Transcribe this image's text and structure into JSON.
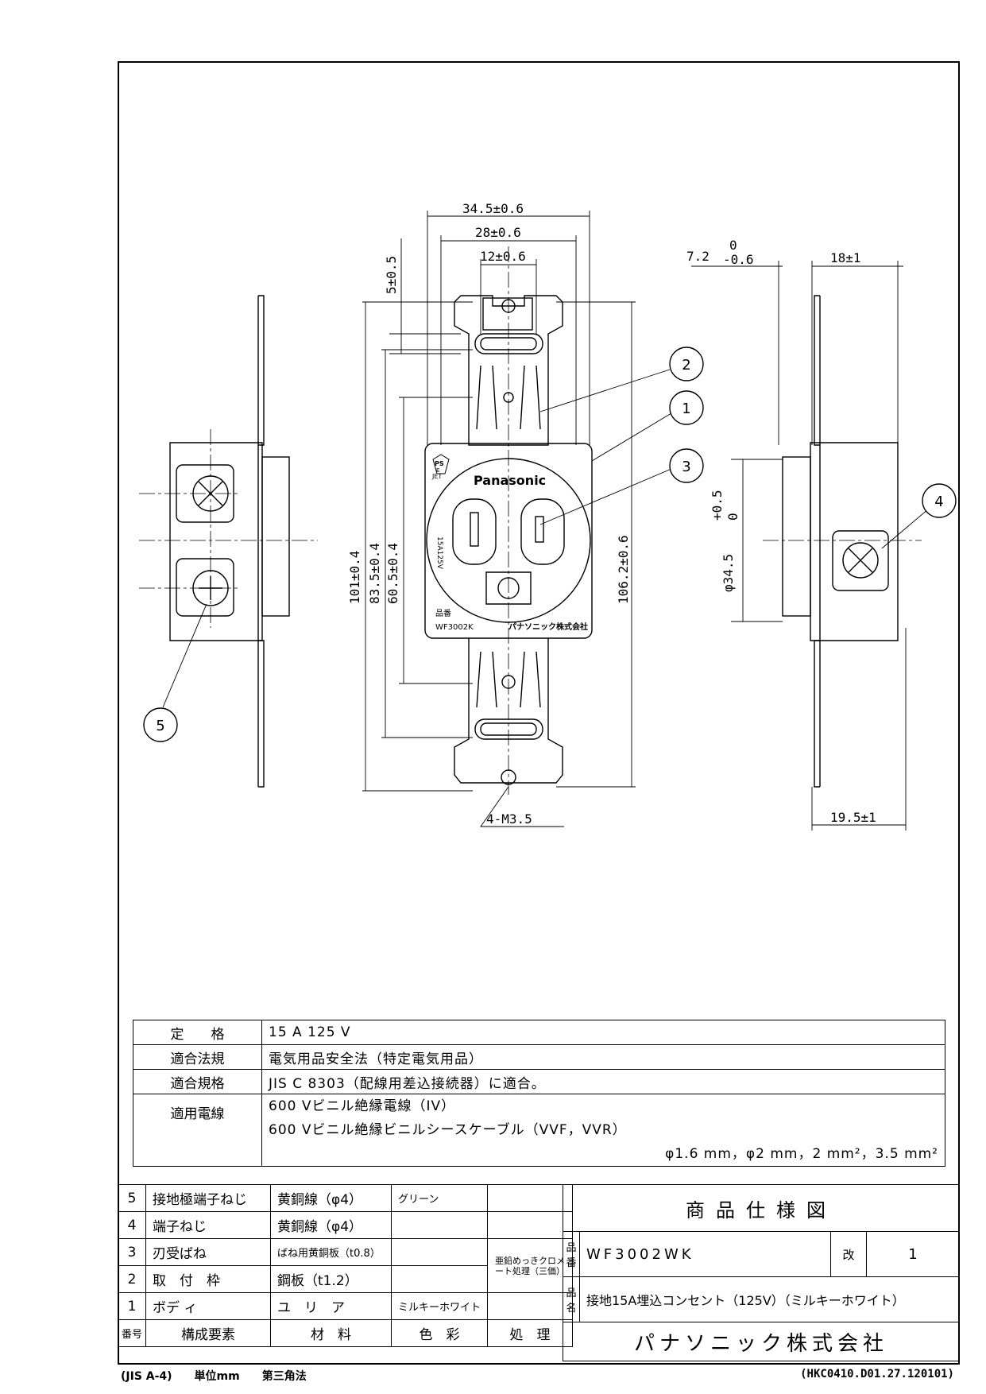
{
  "dims": {
    "width_outer": "34.5±0.6",
    "width_mid": "28±0.6",
    "width_inner": "12±0.6",
    "top_offset": "5±0.5",
    "h_101": "101±0.4",
    "h_83": "83.5±0.4",
    "h_60": "60.5±0.4",
    "h_106": "106.2±0.6",
    "thread": "4-M3.5",
    "depth_72": "7.2",
    "depth_72_tol_up": "0",
    "depth_72_tol_dn": "-0.6",
    "depth_18": "18±1",
    "dia": "φ34.5",
    "dia_tol_up": "+0.5",
    "dia_tol_dn": "0",
    "depth_195": "19.5±1"
  },
  "balloons": [
    "1",
    "2",
    "3",
    "4",
    "5"
  ],
  "face": {
    "brand": "Panasonic",
    "rating": "15A125V",
    "pn_label": "品番",
    "pn": "WF3002K",
    "maker": "パナソニック株式会社",
    "mark_ps": "PS",
    "mark_e": "E",
    "mark_jet": "JET"
  },
  "spec": {
    "rating_k": "定　　格",
    "rating_v": "15 A 125 V",
    "law_k": "適合法規",
    "law_v": "電気用品安全法（特定電気用品）",
    "std_k": "適合規格",
    "std_v": "JIS C 8303（配線用差込接続器）に適合。",
    "wire_k": "適用電線",
    "wire_v1": "600 Vビニル絶縁電線（IV）",
    "wire_v2": "600 Vビニル絶縁ビニルシースケーブル（VVF，VVR）",
    "wire_v3": "φ1.6 mm，φ2 mm，2 mm²，3.5 mm²"
  },
  "parts": [
    {
      "no": "5",
      "name": "接地極端子ねじ",
      "mat": "黄銅線（φ4）",
      "color": "グリーン",
      "finish": ""
    },
    {
      "no": "4",
      "name": "端子ねじ",
      "mat": "黄銅線（φ4）",
      "color": "",
      "finish": ""
    },
    {
      "no": "3",
      "name": "刃受ばね",
      "mat": "ばね用黄銅板（t0.8）",
      "color": "",
      "finish": "亜鉛めっきクロメート処理（三価）"
    },
    {
      "no": "2",
      "name": "取　付　枠",
      "mat": "鋼板（t1.2）",
      "color": "",
      "finish": ""
    },
    {
      "no": "1",
      "name": "ボデ ィ",
      "mat": "ユ　リ　ア",
      "color": "ミルキーホワイト",
      "finish": ""
    }
  ],
  "parts_header": {
    "no": "番号",
    "name": "構成要素",
    "mat": "材　料",
    "color": "色　彩",
    "finish": "処　理"
  },
  "title": {
    "doc": "商品仕様図",
    "pn_k": "品番",
    "pn_v": "WF3002WK",
    "rev_k": "改",
    "rev_v": "1",
    "name_k": "品名",
    "name_v": "接地15A埋込コンセント（125V）（ミルキーホワイト）",
    "company": "パナソニック株式会社"
  },
  "footer": {
    "left": "(JIS A-4)　　単位mm　　第三角法",
    "right": "(HKC0410.D01.27.120101)"
  }
}
